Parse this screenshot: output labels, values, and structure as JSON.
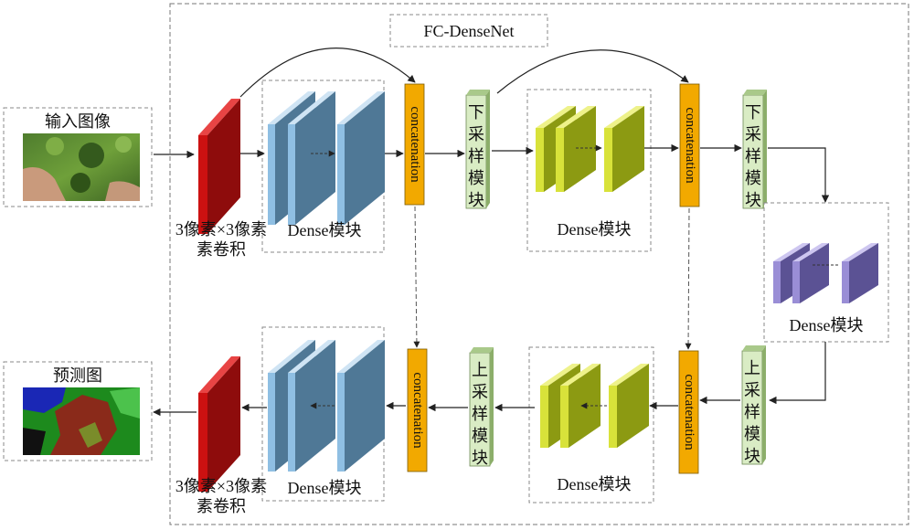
{
  "title": "FC-DenseNet",
  "input_label": "输入图像",
  "output_label": "预测图",
  "conv_label_line1": "3像素×3像素",
  "conv_label_line2": "素卷积",
  "conv_label_bottom_line1": "3像素×3像素",
  "conv_label_bottom_line2": "素卷积",
  "dense_labels": {
    "enc1": "Dense模块",
    "enc2": "Dense模块",
    "bottleneck": "Dense模块",
    "dec2": "Dense模块",
    "dec1": "Dense模块"
  },
  "concat_labels": {
    "c1": "concatenation",
    "c2": "concatenation",
    "c3": "concatenation",
    "c4": "concatenation"
  },
  "downsample_labels": {
    "d1": "下采样模块",
    "d2": "下采样模块"
  },
  "upsample_labels": {
    "u1": "上采样模块",
    "u2": "上采样模块"
  },
  "colors": {
    "conv": "#cc1111",
    "dense_blue": "#8fbfe3",
    "dense_yellow": "#d8e23a",
    "dense_purple": "#9a8ed6",
    "concat": "#f2a900",
    "sample": "#d9ecc4"
  }
}
